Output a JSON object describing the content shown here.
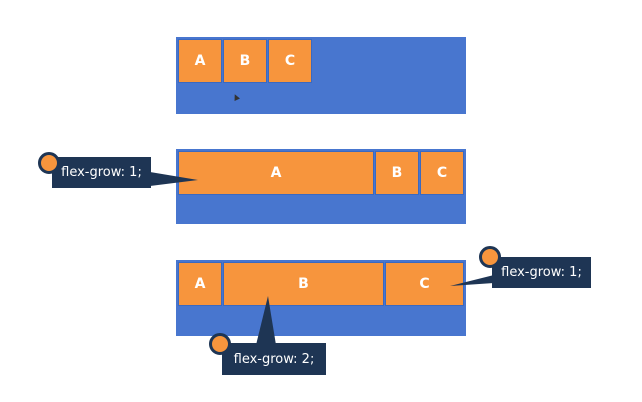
{
  "colors": {
    "container": "#4876cf",
    "item": "#f7953d",
    "callout_bg": "#1e3554",
    "text": "#ffffff"
  },
  "rows": [
    {
      "items": [
        {
          "label": "A"
        },
        {
          "label": "B"
        },
        {
          "label": "C"
        }
      ]
    },
    {
      "items": [
        {
          "label": "A"
        },
        {
          "label": "B"
        },
        {
          "label": "C"
        }
      ],
      "callouts": [
        {
          "text": "flex-grow: 1;"
        }
      ]
    },
    {
      "items": [
        {
          "label": "A"
        },
        {
          "label": "B"
        },
        {
          "label": "C"
        }
      ],
      "callouts": [
        {
          "text": "flex-grow: 1;"
        },
        {
          "text": "flex-grow: 2;"
        }
      ]
    }
  ]
}
